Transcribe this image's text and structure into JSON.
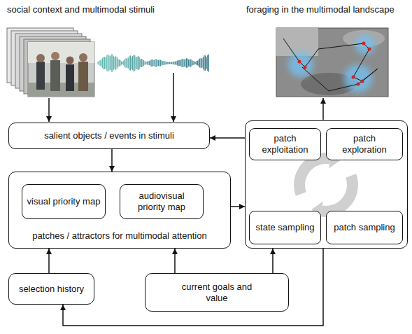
{
  "diagram": {
    "nodes": [
      {
        "text": [
          "salient objects / events in stimuli"
        ]
      },
      {
        "text": [
          "patches / attractors for multimodal attention"
        ]
      },
      {
        "text": [
          "visual priority map"
        ],
        "in": 1
      },
      {
        "text": [
          "audiovisual priority map"
        ],
        "in": 1
      },
      {
        "text": []
      },
      {
        "text": [
          "patch exploitation"
        ],
        "in": 4
      },
      {
        "text": [
          "patch exploration"
        ],
        "in": 4
      },
      {
        "text": [
          "state sampling"
        ],
        "in": 4
      },
      {
        "text": [
          "patch sampling"
        ],
        "in": 4
      },
      {
        "text": [
          "selection history"
        ]
      },
      {
        "text": [
          "current goals and value"
        ]
      }
    ],
    "edges": [
      {
        "from": 0,
        "to": 1,
        "arrow": "to"
      },
      {
        "from": 9,
        "to": 1,
        "arrow": "to"
      },
      {
        "from": 10,
        "to": 1,
        "arrow": "to"
      },
      {
        "from": 10,
        "to": 4,
        "arrow": "to"
      },
      {
        "from": 1,
        "to": 4,
        "arrow": "to"
      },
      {
        "from": 4,
        "to": 0,
        "arrow": "to"
      },
      {
        "from": 4,
        "to": 9,
        "arrow": "to"
      }
    ],
    "labels": [
      "social context and multimodal stimuli",
      "foraging in the multimodal landscape"
    ]
  }
}
